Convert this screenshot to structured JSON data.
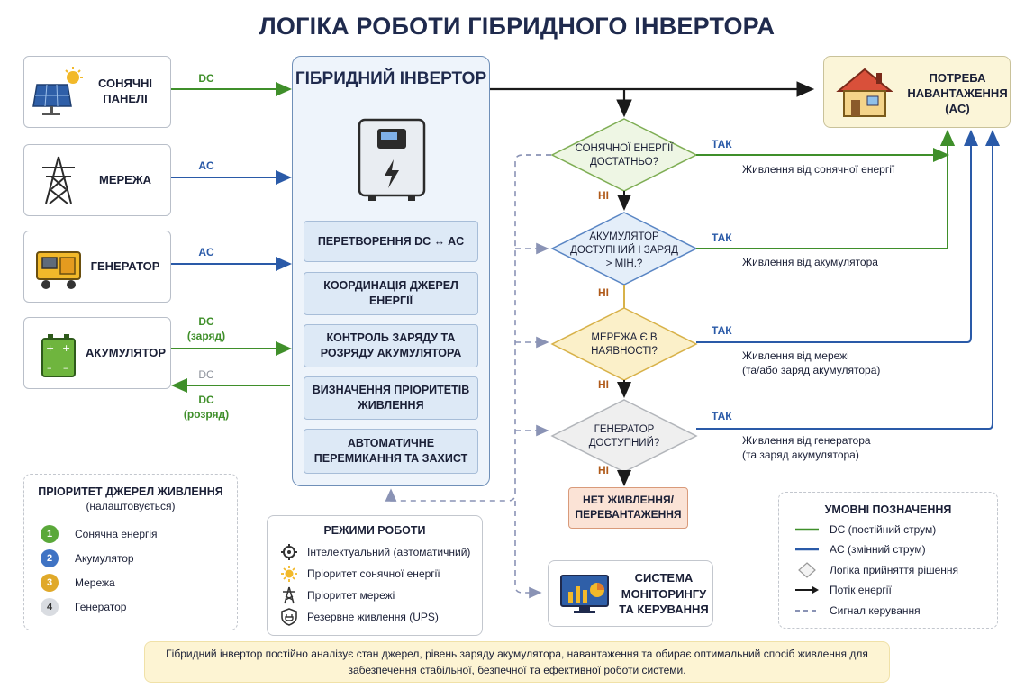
{
  "title": "ЛОГІКА РОБОТИ ГІБРИДНОГО ІНВЕРТОРА",
  "sources": [
    {
      "label": "СОНЯЧНІ ПАНЕЛІ",
      "icon": "solar-panel-icon"
    },
    {
      "label": "МЕРЕЖА",
      "icon": "power-tower-icon"
    },
    {
      "label": "ГЕНЕРАТОР",
      "icon": "generator-icon"
    },
    {
      "label": "АКУМУЛЯТОР",
      "icon": "battery-icon"
    }
  ],
  "source_arrows": {
    "solar": "DC",
    "grid": "AC",
    "generator": "AC",
    "battery_charge": "DC",
    "battery_charge_note": "(заряд)",
    "battery_faded": "DC",
    "battery_discharge": "DC",
    "battery_discharge_note": "(розряд)"
  },
  "inverter": {
    "title": "ГІБРИДНИЙ ІНВЕРТОР",
    "functions": [
      "ПЕРЕТВОРЕННЯ DC ↔ AC",
      "КООРДИНАЦІЯ ДЖЕРЕЛ ЕНЕРГІЇ",
      "КОНТРОЛЬ ЗАРЯДУ ТА РОЗРЯДУ АКУМУЛЯТОРА",
      "ВИЗНАЧЕННЯ ПРІОРИТЕТІВ ЖИВЛЕННЯ",
      "АВТОМАТИЧНЕ ПЕРЕМИКАННЯ ТА ЗАХИСТ"
    ]
  },
  "load": {
    "label": "ПОТРЕБА НАВАНТАЖЕННЯ (AC)",
    "icon": "house-icon"
  },
  "decisions": [
    {
      "question": "СОНЯЧНОЇ ЕНЕРГІЇ ДОСТАТНЬО?",
      "yes": "ТАК",
      "no": "НІ",
      "outcome": "Живлення від сонячної енергії",
      "outcome2": ""
    },
    {
      "question": "АКУМУЛЯТОР ДОСТУПНИЙ І ЗАРЯД > МІН.?",
      "yes": "ТАК",
      "no": "НІ",
      "outcome": "Живлення від акумулятора",
      "outcome2": ""
    },
    {
      "question": "МЕРЕЖА Є В НАЯВНОСТІ?",
      "yes": "ТАК",
      "no": "НІ",
      "outcome": "Живлення від мережі",
      "outcome2": "(та/або заряд акумулятора)"
    },
    {
      "question": "ГЕНЕРАТОР ДОСТУПНИЙ?",
      "yes": "ТАК",
      "no": "НІ",
      "outcome": "Живлення від генератора",
      "outcome2": "(та заряд акумулятора)"
    }
  ],
  "no_power": "НЕТ ЖИВЛЕННЯ/ ПЕРЕВАНТАЖЕННЯ",
  "priority": {
    "title": "ПРІОРИТЕТ ДЖЕРЕЛ ЖИВЛЕННЯ",
    "subtitle": "(налаштовується)",
    "items": [
      {
        "num": "1",
        "label": "Сонячна енергія",
        "color": "#5aa83a"
      },
      {
        "num": "2",
        "label": "Акумулятор",
        "color": "#3f73c4"
      },
      {
        "num": "3",
        "label": "Мережа",
        "color": "#e0a92a"
      },
      {
        "num": "4",
        "label": "Генератор",
        "color": "#d9dce1"
      }
    ]
  },
  "modes": {
    "title": "РЕЖИМИ РОБОТИ",
    "items": [
      {
        "label": "Інтелектуальний (автоматичний)",
        "icon": "gear-icon"
      },
      {
        "label": "Пріоритет сонячної енергії",
        "icon": "sun-icon"
      },
      {
        "label": "Пріоритет мережі",
        "icon": "power-tower-icon"
      },
      {
        "label": "Резервне живлення (UPS)",
        "icon": "shield-plug-icon"
      }
    ]
  },
  "monitoring": {
    "label": "СИСТЕМА МОНІТОРИНГУ ТА КЕРУВАННЯ",
    "icon": "monitor-chart-icon"
  },
  "legend": {
    "title": "УМОВНІ ПОЗНАЧЕННЯ",
    "items": [
      {
        "label": "DC (постійний струм)",
        "kind": "dc-line"
      },
      {
        "label": "AC (змінний струм)",
        "kind": "ac-line"
      },
      {
        "label": "Логіка прийняття рішення",
        "kind": "diamond"
      },
      {
        "label": "Потік енергії",
        "kind": "arrow"
      },
      {
        "label": "Сигнал керування",
        "kind": "dashed"
      }
    ]
  },
  "footer": "Гібридний інвертор постійно аналізує стан джерел, рівень заряду акумулятора, навантаження та обирає оптимальний спосіб живлення для забезпечення стабільної, безпечної та ефективної роботи системи.",
  "colors": {
    "dc": "#3f8f2a",
    "ac": "#2a5aa8",
    "energy": "#1a1a1a",
    "control": "#8a93b5"
  }
}
